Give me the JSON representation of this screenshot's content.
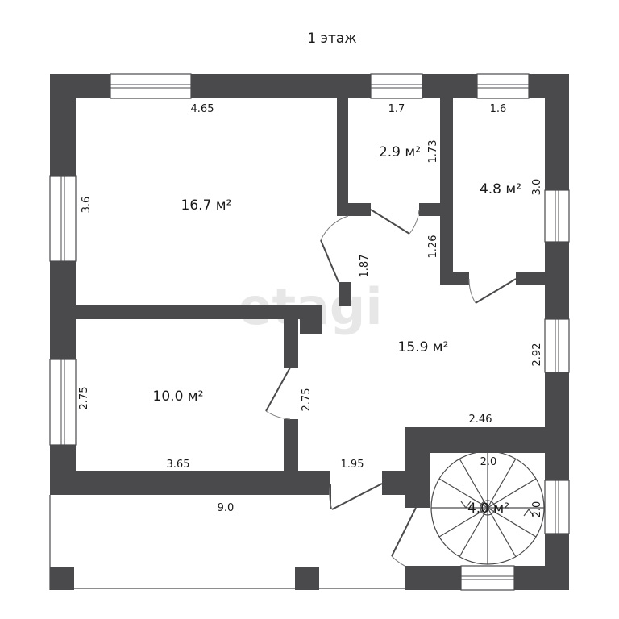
{
  "title": "1 этаж",
  "watermark": "etagi",
  "rooms": {
    "room1_area": "16.7 м²",
    "room2_area": "2.9 м²",
    "room3_area": "4.8 м²",
    "hall_area": "15.9 м²",
    "room4_area": "10.0 м²",
    "stair_area": "4.0 м²"
  },
  "dims": {
    "d_465": "4.65",
    "d_17": "1.7",
    "d_16": "1.6",
    "d_173": "1.73",
    "d_30": "3.0",
    "d_36": "3.6",
    "d_187": "1.87",
    "d_126": "1.26",
    "d_292": "2.92",
    "d_275_left": "2.75",
    "d_275_mid": "2.75",
    "d_246": "2.46",
    "d_365": "3.65",
    "d_195": "1.95",
    "d_20_top": "2.0",
    "d_20_right": "2.0",
    "d_90": "9.0"
  },
  "colors": {
    "wall": "#4a4a4d",
    "background": "#ffffff"
  }
}
